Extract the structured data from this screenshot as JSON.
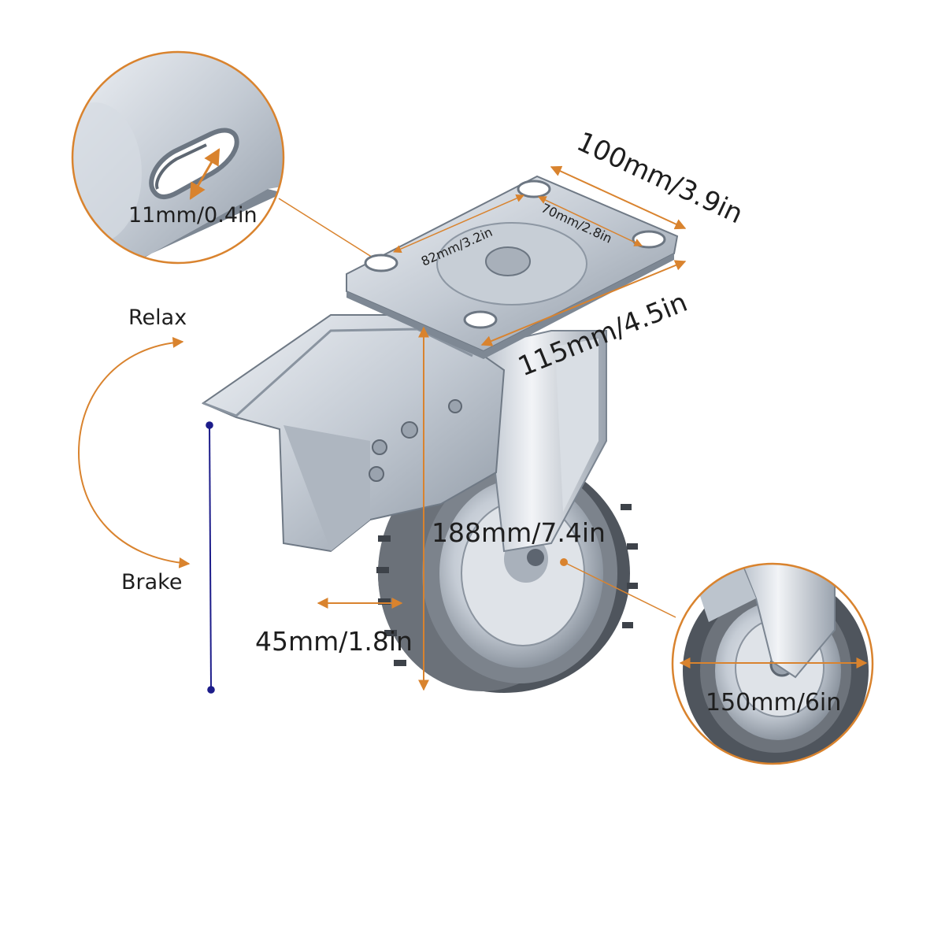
{
  "colors": {
    "accent": "#d9832e",
    "brake_line": "#1c1c8a",
    "metal": "#c9d0d8",
    "metal_dark": "#8d97a3",
    "rubber": "#5a6068",
    "rubber_light": "#8a9099",
    "text": "#1e1e1e"
  },
  "labels": {
    "hole": "11mm/0.4in",
    "plate_length": "100mm/3.9in",
    "hole_spacing_long": "82mm/3.2in",
    "hole_spacing_short": "70mm/2.8in",
    "plate_width": "115mm/4.5in",
    "total_height": "188mm/7.4in",
    "wheel_width": "45mm/1.8in",
    "wheel_diameter": "150mm/6in",
    "relax": "Relax",
    "brake": "Brake"
  }
}
